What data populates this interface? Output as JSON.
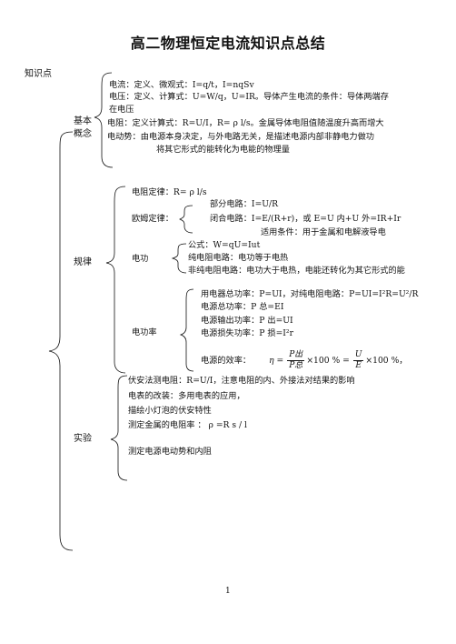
{
  "title": "高二物理恒定电流知识点总结",
  "header_label": "知识点",
  "sections": {
    "basic": {
      "label_line1": "基本",
      "label_line2": "概念",
      "lines": [
        "电流：定义、微观式：I=q/t，I=nqSv",
        "电压：定义、计算式：U=W/q，U=IR。导体产生电流的条件：导体两端存",
        "在电压",
        "电阻：定义计算式：R=U/I，R= ρ l/s。金属导体电阻值随温度升高而增大",
        "电动势：由电源本身决定，与外电路无关，是描述电源内部非静电力做功",
        "将其它形式的能转化为电能的物理量"
      ]
    },
    "rules": {
      "label": "规律",
      "resistance_law": "电阻定律：R= ρ l/s",
      "ohm_label": "欧姆定律：",
      "ohm_lines": [
        "部分电路：I=U/R",
        "闭合电路：I=E/(R+r)，或 E=U 内+U 外=IR+Ir",
        "适用条件：用于金属和电解液导电"
      ],
      "work_label": "电功",
      "work_lines": [
        "公式：W=qU=Iut",
        "纯电阻电路：电功等于电热",
        "非纯电阻电路：电功大于电热，电能还转化为其它形式的能"
      ],
      "power_label": "电功率",
      "power_lines": [
        "用电器总功率：P=UI，对纯电阻电路：P=UI=I²R=U²/R",
        "电源总功率：P 总=EI",
        "电源输出功率：P 出=UI",
        "电源损失功率：P 损=I²r"
      ],
      "efficiency_prefix": "电源的效率：",
      "efficiency_eta": "η =",
      "eff_num1": "P出",
      "eff_den1": "P总",
      "eff_mid": "×100 % =",
      "eff_num2": "U",
      "eff_den2": "E",
      "eff_end": "×100 %，"
    },
    "experiments": {
      "label": "实验",
      "lines": [
        "伏安法测电阻：R=U/I，注意电阻的内、外接法对结果的影响",
        "电表的改装：多用电表的应用，",
        "描绘小灯泡的伏安特性",
        "测定金属的电阻率 ： ρ =R s / l",
        "测定电源电动势和内阻"
      ]
    }
  },
  "page_number": "1"
}
